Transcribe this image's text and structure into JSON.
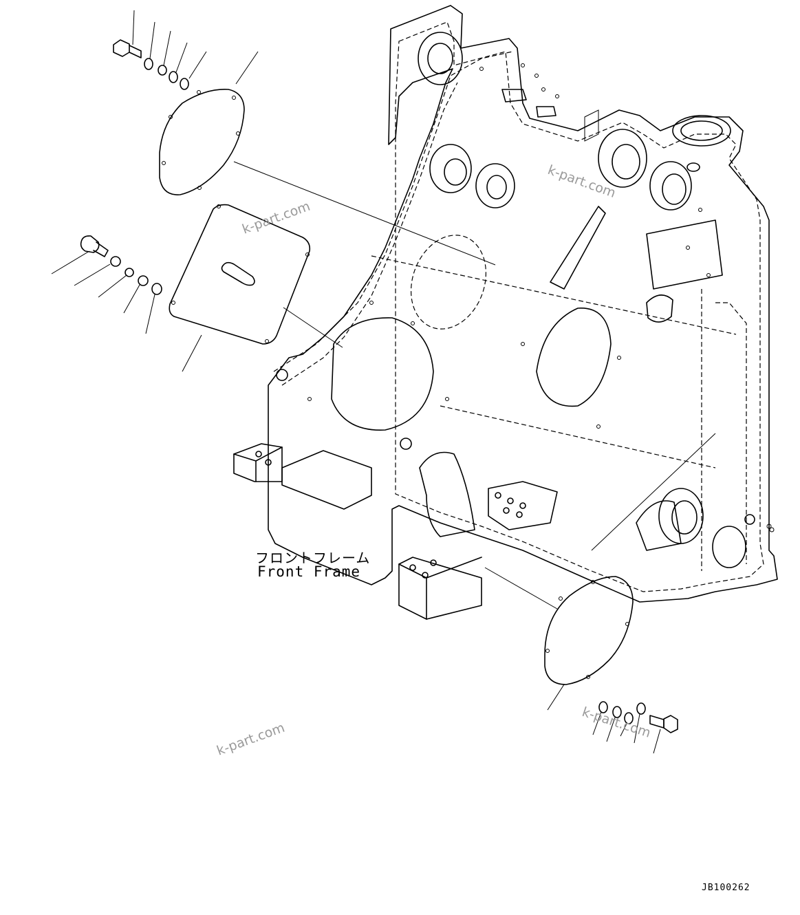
{
  "labels": {
    "part_name_ja": "フロントフレーム",
    "part_name_en": "Front Frame"
  },
  "drawing_code": "JB100262",
  "watermarks": [
    "k-part.com",
    "k-part.com",
    "k-part.com",
    "k-part.com"
  ]
}
